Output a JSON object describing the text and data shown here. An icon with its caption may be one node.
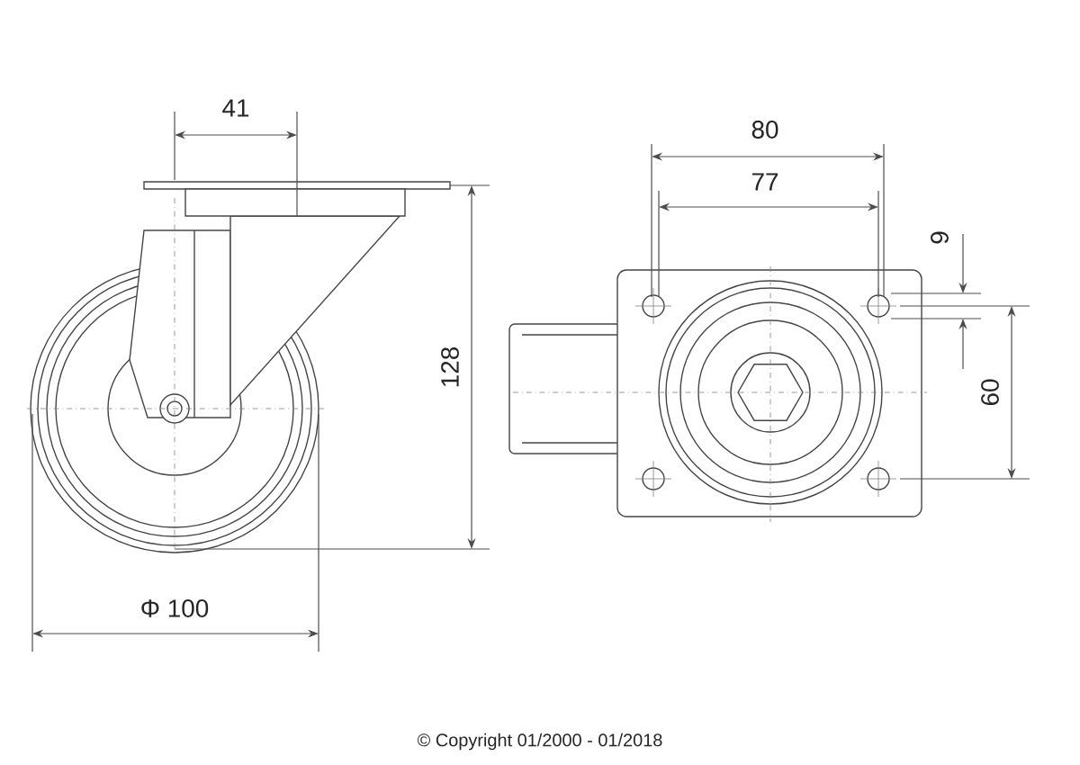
{
  "diagram": {
    "labels": [
      "41",
      "80",
      "77",
      "9",
      "128",
      "60",
      "Φ 100",
      "© Copyright 01/2000 - 01/2018"
    ]
  }
}
